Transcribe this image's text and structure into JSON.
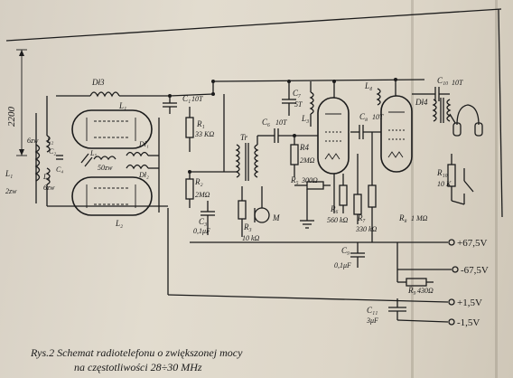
{
  "caption": {
    "line1": "Rys.2 Schemat radiotelefonu o zwiększonej mocy",
    "line2": "na częstotliwości 28÷30 MHz"
  },
  "dimension": {
    "value": "2200"
  },
  "rails": [
    {
      "label": "+67,5V"
    },
    {
      "label": "-67,5V"
    },
    {
      "label": "+1,5V"
    },
    {
      "label": "-1,5V"
    }
  ],
  "components": {
    "L1": {
      "ref": "L₁",
      "value": "2zw"
    },
    "L2": {
      "ref": "L₂"
    },
    "L3": {
      "ref": "L₃"
    },
    "L4": {
      "ref": "L₄"
    },
    "L5": {
      "ref": "L₅",
      "value": "50zw"
    },
    "L_left2": {
      "ref": "L₂",
      "value": "6zw"
    },
    "L_left3": {
      "ref": "L₃",
      "value": "6zw"
    },
    "Dl1": {
      "ref": "Dł₁"
    },
    "Dl2": {
      "ref": "Dł₂"
    },
    "Dl3": {
      "ref": "Dł3"
    },
    "Dl4": {
      "ref": "Dł4"
    },
    "C1": {
      "ref": "C₁",
      "value": "10T"
    },
    "C2": {
      "ref": "C₂"
    },
    "C3": {
      "ref": "C₃",
      "value": "0,1μF"
    },
    "C4": {
      "ref": "C₄"
    },
    "C6": {
      "ref": "C₆",
      "value": "10T"
    },
    "C7": {
      "ref": "C₇",
      "value": "5T"
    },
    "C8": {
      "ref": "C₈",
      "value": "10T"
    },
    "C9": {
      "ref": "C₉",
      "value": "0,1μF"
    },
    "C10": {
      "ref": "C₁₀",
      "value": "10T"
    },
    "C11": {
      "ref": "C₁₁",
      "value": "3μF"
    },
    "R1": {
      "ref": "R₁",
      "value": "33 KΩ"
    },
    "R2": {
      "ref": "R₂",
      "value": "2MΩ"
    },
    "R3": {
      "ref": "R₃",
      "value": "10 kΩ"
    },
    "R4": {
      "ref": "R4",
      "value": "2MΩ"
    },
    "R5": {
      "ref": "R₅",
      "value": "300Ω"
    },
    "R6": {
      "ref": "R₆",
      "value": "560 kΩ"
    },
    "R7": {
      "ref": "R₇",
      "value": "330 kΩ"
    },
    "R8": {
      "ref": "R₈",
      "value": "1 MΩ"
    },
    "R9": {
      "ref": "R₉",
      "value": "430Ω"
    },
    "R10": {
      "ref": "R₁₀",
      "value": "10 K"
    },
    "Tr": {
      "ref": "Tr"
    },
    "M": {
      "ref": "M"
    }
  },
  "colors": {
    "paper": "#e0d9cc",
    "ink": "#1c1c1c",
    "background": "#6f6a62"
  }
}
